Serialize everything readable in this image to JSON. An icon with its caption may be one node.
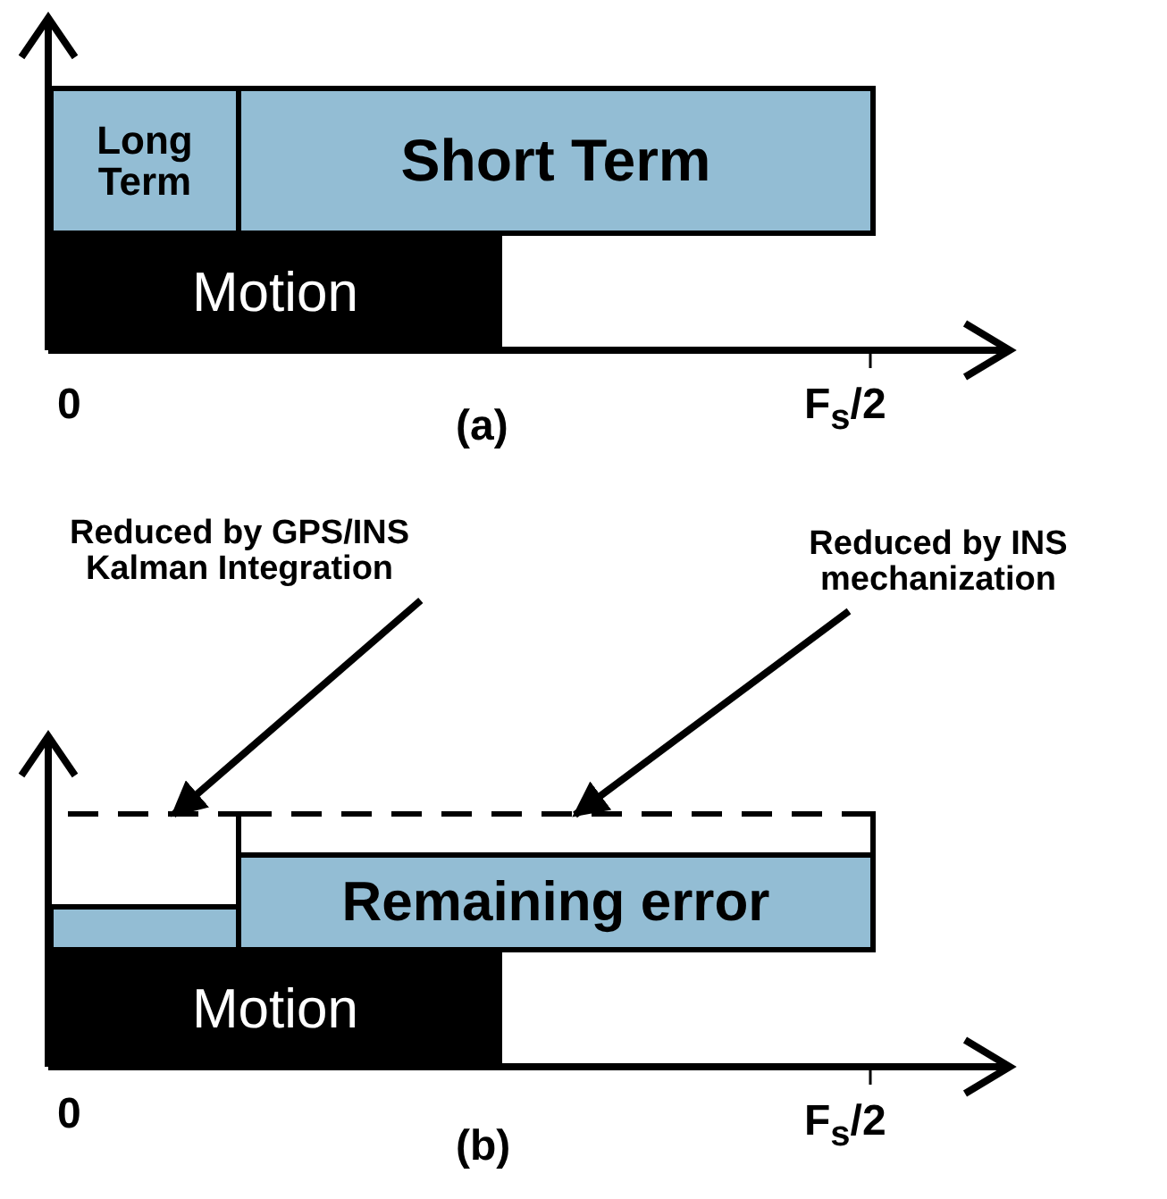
{
  "diagram": {
    "nodes": [
      {
        "text": [
          "Long Term"
        ]
      },
      {
        "text": [
          "Short Term"
        ]
      },
      {
        "text": [
          "Motion"
        ]
      },
      {
        "text": [
          "Reduced by GPS/INS Kalman Integration"
        ]
      },
      {
        "text": [
          "Reduced by INS mechanization"
        ]
      },
      {
        "text": [],
        "shape": "box"
      },
      {
        "text": [],
        "shape": "box"
      },
      {
        "text": [],
        "shape": "bar"
      },
      {
        "text": [
          "Remaining error"
        ]
      },
      {
        "text": [
          "Motion"
        ]
      }
    ],
    "edges": [
      {
        "from": 3,
        "to": 5,
        "arrow": "to"
      },
      {
        "from": 4,
        "to": 6,
        "arrow": "to"
      }
    ],
    "labels": [
      "0",
      "F$_{s}$/2",
      "(a)",
      "0",
      "F$_{s}$/2",
      "(b)"
    ]
  }
}
